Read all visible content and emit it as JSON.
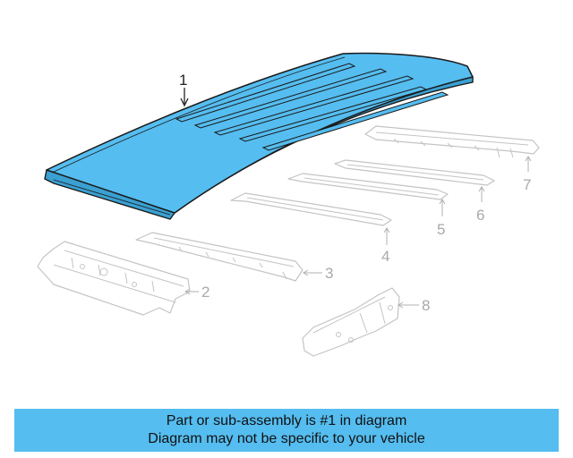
{
  "callouts": {
    "c1": "1",
    "c2": "2",
    "c3": "3",
    "c4": "4",
    "c5": "5",
    "c6": "6",
    "c7": "7",
    "c8": "8"
  },
  "highlighted_part": "1",
  "colors": {
    "highlight_fill": "#55bdf0",
    "highlight_outline": "#1a1a1a",
    "ghost_outline": "#c4c4c4",
    "banner_background": "#55bdf0"
  },
  "banner": {
    "line1": "Part or sub-assembly is #1 in diagram",
    "line2": "Diagram may not be specific to your vehicle"
  }
}
